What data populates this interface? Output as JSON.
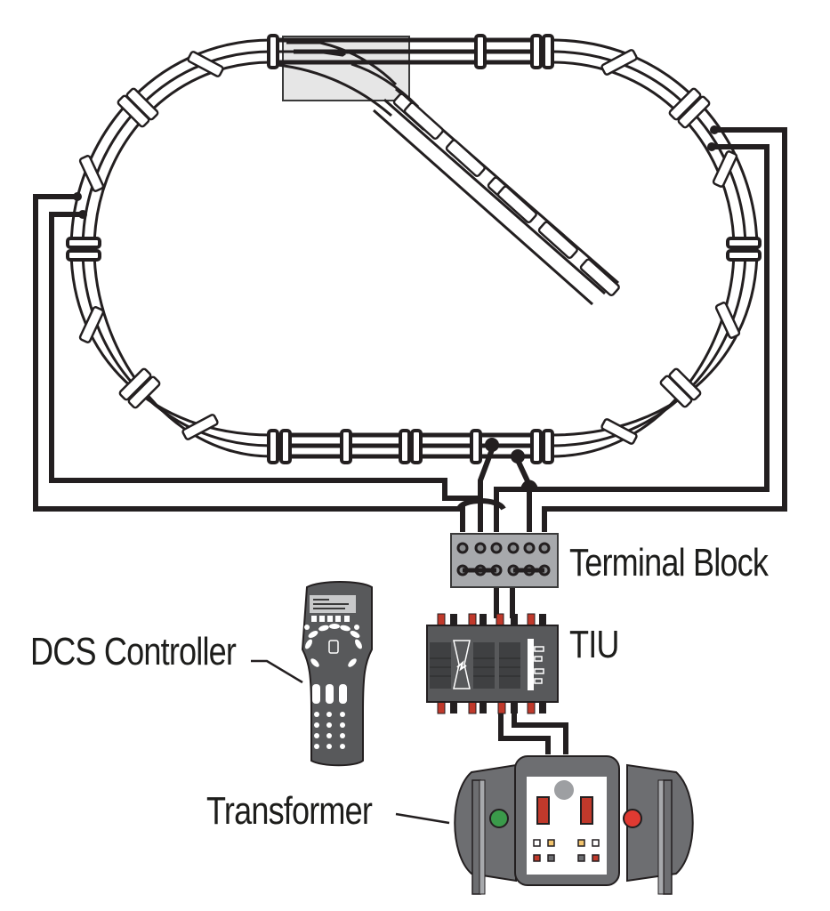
{
  "title": "DCS layout wiring diagram",
  "labels": {
    "terminal_block": "Terminal Block",
    "tiu": "TIU",
    "dcs_controller": "DCS Controller",
    "transformer": "Transformer"
  },
  "components": [
    {
      "id": "track_oval",
      "name": "Oval track loop with three-rail track"
    },
    {
      "id": "turnout",
      "name": "Turnout with siding track"
    },
    {
      "id": "terminal_block",
      "name": "Terminal Block",
      "terminals_top": 6,
      "terminals_bottom": 6
    },
    {
      "id": "tiu",
      "name": "TIU"
    },
    {
      "id": "dcs_controller",
      "name": "DCS Controller"
    },
    {
      "id": "transformer",
      "name": "Transformer"
    }
  ],
  "connections": [
    {
      "from": "track_left_outer",
      "to": "terminal_block"
    },
    {
      "from": "track_left_inner",
      "to": "terminal_block"
    },
    {
      "from": "track_bottom_center",
      "to": "terminal_block"
    },
    {
      "from": "track_bottom_right",
      "to": "terminal_block"
    },
    {
      "from": "track_right_outer",
      "to": "terminal_block"
    },
    {
      "from": "track_right_inner",
      "to": "terminal_block"
    },
    {
      "from": "terminal_block",
      "to": "tiu"
    },
    {
      "from": "tiu",
      "to": "transformer"
    }
  ],
  "colors": {
    "line": "#231f20",
    "terminal_block_fill": "#a7a9ac",
    "tiu_fill": "#58595b",
    "transformer_fill": "#6d6e71",
    "turnout_fill": "#e6e6e6",
    "red_accent": "#c0392b",
    "green_light": "#3a9a4a",
    "red_light": "#e03a32",
    "yellow_light": "#f2c46d"
  }
}
